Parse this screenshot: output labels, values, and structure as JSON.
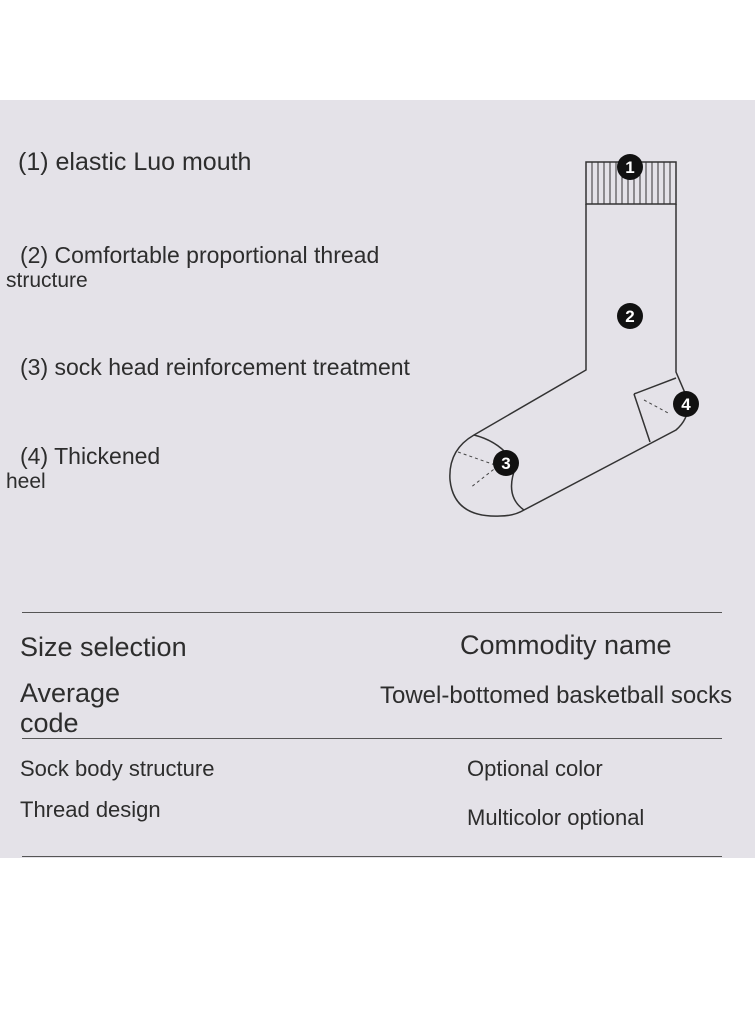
{
  "features": [
    {
      "num": "(1)",
      "text": "elastic Luo mouth"
    },
    {
      "num": "(2)",
      "text": "Comfortable proportional thread",
      "text2": "structure"
    },
    {
      "num": "(3)",
      "text": "sock head reinforcement treatment"
    },
    {
      "num": "(4)",
      "text": "Thickened",
      "text2": "heel"
    }
  ],
  "diagram_markers": [
    "1",
    "2",
    "3",
    "4"
  ],
  "table": {
    "size_label": "Size selection",
    "name_label": "Commodity name",
    "size_value_line1": "Average",
    "size_value_line2": "code",
    "name_value": "Towel-bottomed basketball socks",
    "structure_label": "Sock body structure",
    "color_label": "Optional color",
    "thread_value": "Thread design",
    "color_value": "Multicolor optional"
  }
}
